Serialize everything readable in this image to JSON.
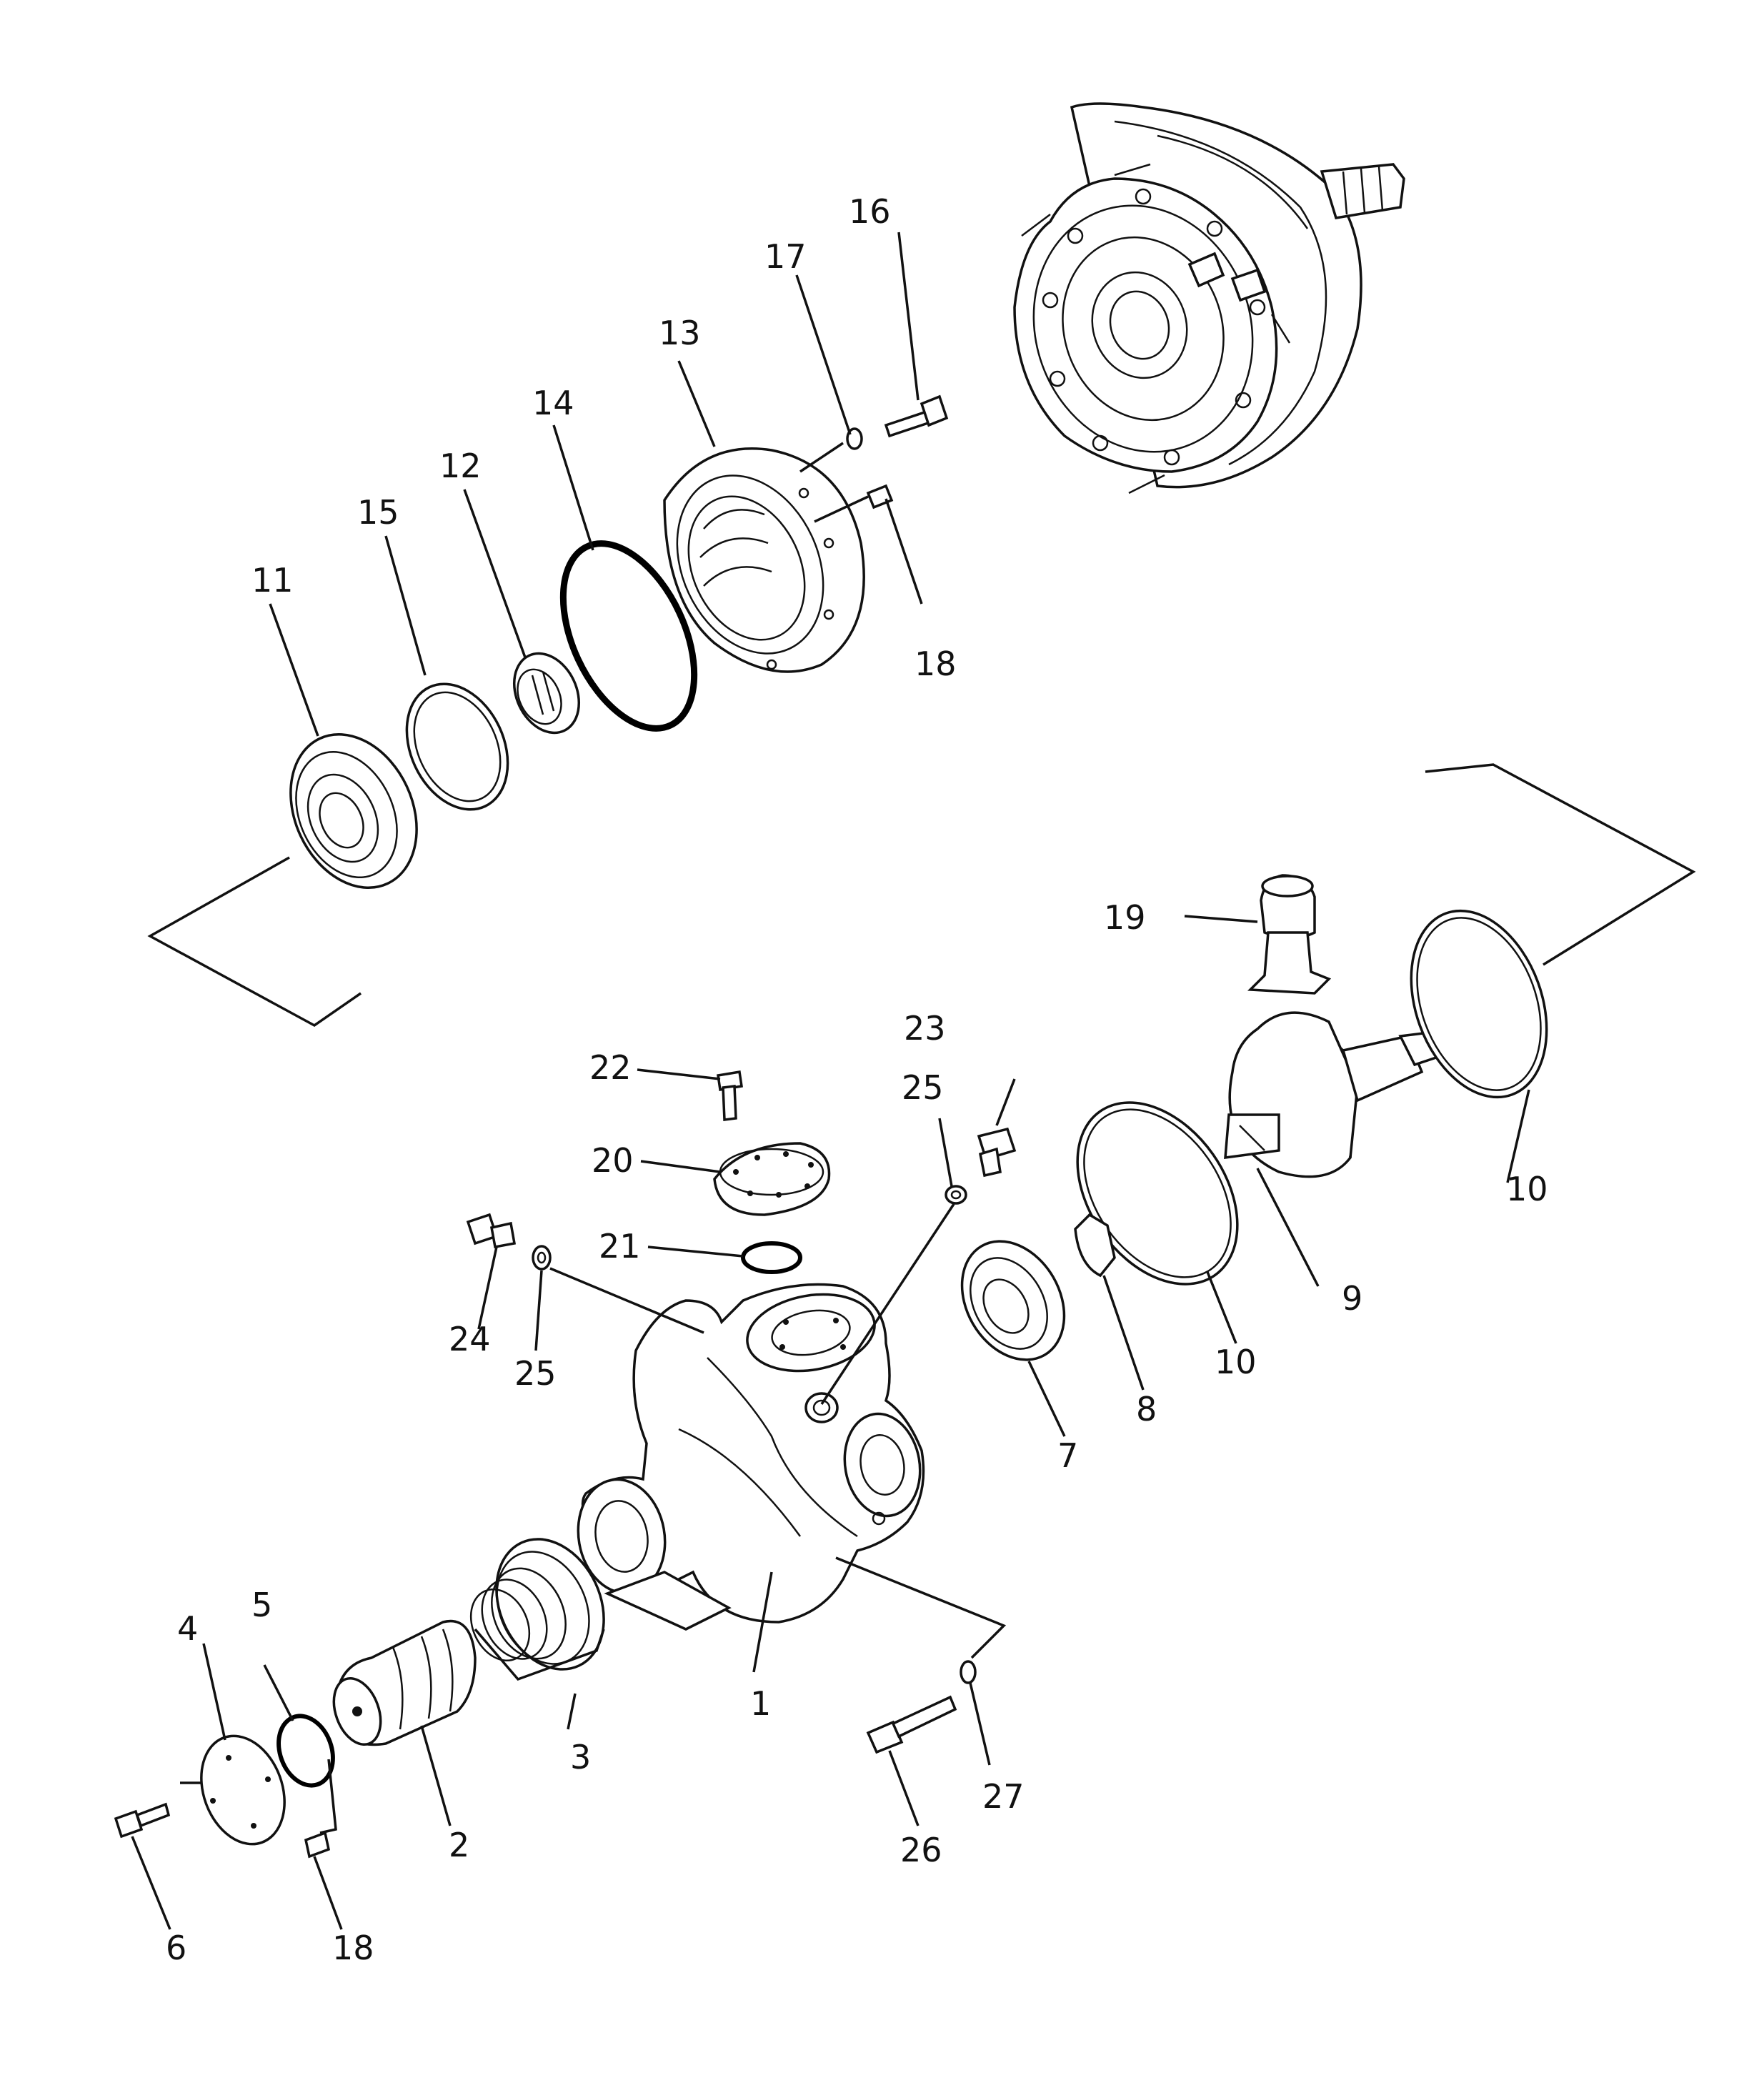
{
  "labels": {
    "p1": "1",
    "p2": "2",
    "p3": "3",
    "p4": "4",
    "p5": "5",
    "p6": "6",
    "p7": "7",
    "p8": "8",
    "p9": "9",
    "p10a": "10",
    "p10b": "10",
    "p11": "11",
    "p12": "12",
    "p13": "13",
    "p14": "14",
    "p15": "15",
    "p16": "16",
    "p17": "17",
    "p18a": "18",
    "p18b": "18",
    "p19": "19",
    "p20": "20",
    "p21": "21",
    "p22": "22",
    "p23": "23",
    "p24": "24",
    "p25a": "25",
    "p25b": "25",
    "p26": "26",
    "p27": "27"
  }
}
